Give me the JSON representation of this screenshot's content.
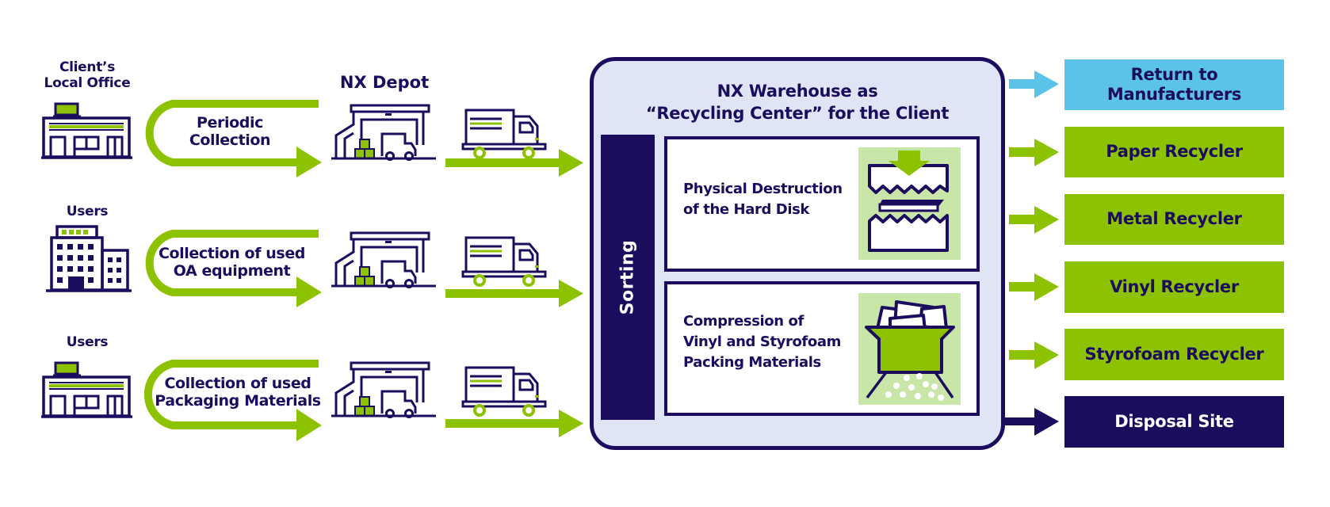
{
  "colors": {
    "navy": "#1b0c5e",
    "green": "#8dc200",
    "light_blue": "#5bc3e8",
    "warehouse_bg": "#dfe5f5",
    "icon_bg": "#c9e6a9"
  },
  "sources": [
    {
      "label_line1": "Client’s",
      "label_line2": "Local Office",
      "icon": "office-building-icon",
      "collection_line1": "Periodic",
      "collection_line2": "Collection"
    },
    {
      "label_line1": "Users",
      "label_line2": "",
      "icon": "tall-office-building-icon",
      "collection_line1": "Collection of used",
      "collection_line2": "OA equipment"
    },
    {
      "label_line1": "Users",
      "label_line2": "",
      "icon": "office-building-icon",
      "collection_line1": "Collection of used",
      "collection_line2": "Packaging Materials"
    }
  ],
  "depot": {
    "label": "NX Depot",
    "icon": "depot-warehouse-icon",
    "truck_icon": "delivery-truck-icon"
  },
  "warehouse": {
    "title_line1": "NX Warehouse as",
    "title_line2": "“Recycling Center”  for the Client",
    "sorting_label": "Sorting",
    "processes": [
      {
        "lines": [
          "Physical Destruction",
          "of the Hard Disk"
        ],
        "icon": "hard-disk-crusher-icon"
      },
      {
        "lines": [
          "Compression of",
          "Vinyl and Styrofoam",
          "Packing Materials"
        ],
        "icon": "compressor-bin-icon"
      }
    ]
  },
  "destinations": [
    {
      "label_line1": "Return to",
      "label_line2": "Manufacturers",
      "color": "#5bc3e8",
      "text_color": "#1b0c5e"
    },
    {
      "label_line1": "Paper Recycler",
      "label_line2": "",
      "color": "#8dc200",
      "text_color": "#1b0c5e"
    },
    {
      "label_line1": "Metal Recycler",
      "label_line2": "",
      "color": "#8dc200",
      "text_color": "#1b0c5e"
    },
    {
      "label_line1": "Vinyl Recycler",
      "label_line2": "",
      "color": "#8dc200",
      "text_color": "#1b0c5e"
    },
    {
      "label_line1": "Styrofoam Recycler",
      "label_line2": "",
      "color": "#8dc200",
      "text_color": "#1b0c5e"
    },
    {
      "label_line1": "Disposal Site",
      "label_line2": "",
      "color": "#1b0c5e",
      "text_color": "#ffffff"
    }
  ]
}
